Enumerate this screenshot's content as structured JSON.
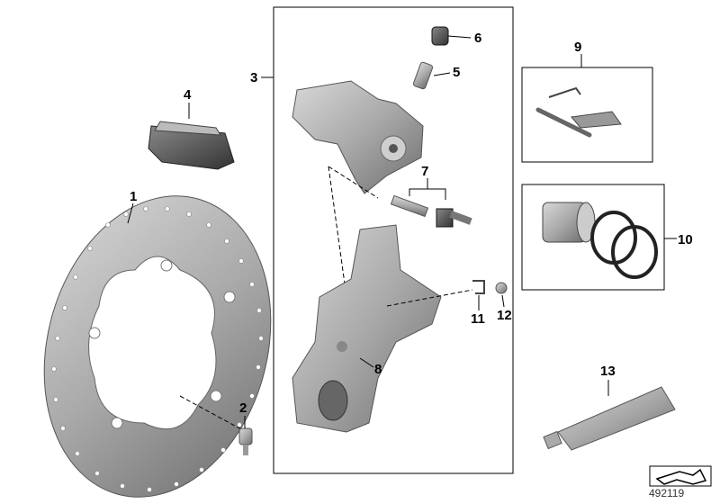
{
  "diagram": {
    "id": "492119",
    "callouts": {
      "c1": "1",
      "c2": "2",
      "c3": "3",
      "c4": "4",
      "c5": "5",
      "c6": "6",
      "c7": "7",
      "c8": "8",
      "c9": "9",
      "c10": "10",
      "c11": "11",
      "c12": "12",
      "c13": "13"
    },
    "parts": [
      "brake-disc",
      "bolt",
      "brake-caliper",
      "brake-pads",
      "bleed-valve",
      "dust-cap",
      "guide-pins",
      "caliper-carrier",
      "pad-retaining-kit",
      "piston-and-seals",
      "clip",
      "screw",
      "grease-tube"
    ]
  }
}
